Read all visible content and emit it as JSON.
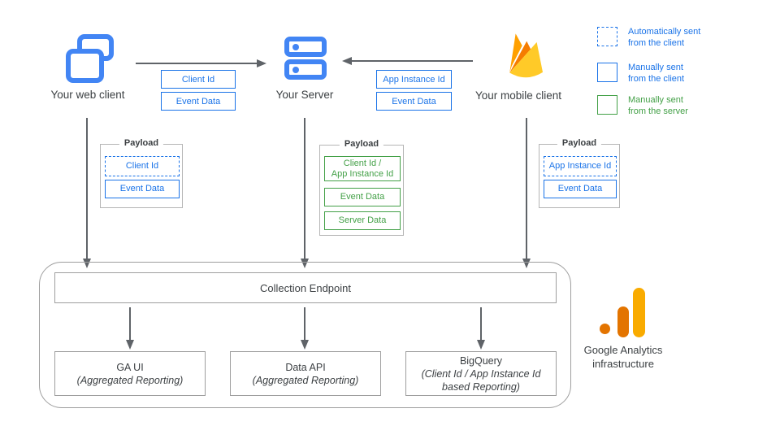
{
  "clients": {
    "web_label": "Your web client",
    "server_label": "Your Server",
    "mobile_label": "Your mobile client"
  },
  "flow_web_to_server": {
    "field1": "Client Id",
    "field2": "Event Data"
  },
  "flow_mobile_to_server": {
    "field1": "App Instance Id",
    "field2": "Event Data"
  },
  "payload_web": {
    "title": "Payload",
    "item1": "Client Id",
    "item2": "Event Data"
  },
  "payload_server": {
    "title": "Payload",
    "item1_line1": "Client Id /",
    "item1_line2": "App Instance Id",
    "item2": "Event Data",
    "item3": "Server Data"
  },
  "payload_mobile": {
    "title": "Payload",
    "item1": "App Instance Id",
    "item2": "Event Data"
  },
  "legend": {
    "items": [
      {
        "line1": "Automatically sent",
        "line2": "from the client",
        "style": "dashed-blue"
      },
      {
        "line1": "Manually sent",
        "line2": "from the client",
        "style": "solid-blue"
      },
      {
        "line1": "Manually sent",
        "line2": "from the server",
        "style": "solid-green"
      }
    ]
  },
  "infrastructure": {
    "endpoint_label": "Collection Endpoint",
    "outputs": [
      {
        "name": "GA UI",
        "subtitle": "(Aggregated Reporting)"
      },
      {
        "name": "Data API",
        "subtitle": "(Aggregated Reporting)"
      },
      {
        "name": "BigQuery",
        "subtitle": "(Client Id / App Instance Id based Reporting)"
      }
    ],
    "brand_line1": "Google Analytics",
    "brand_line2": "infrastructure"
  },
  "colors": {
    "blue": "#1a73e8",
    "icon_blue": "#4285F4",
    "green": "#43a047",
    "box_gray": "#9e9e9e",
    "arrow_gray": "#5f6368",
    "text_gray": "#3c4043",
    "firebase_yellow": "#FFCA28",
    "firebase_orange": "#FFA000",
    "firebase_deep_orange": "#F57C00",
    "ga_logo_orange": "#E37400",
    "ga_logo_yellow": "#F9AB00"
  }
}
